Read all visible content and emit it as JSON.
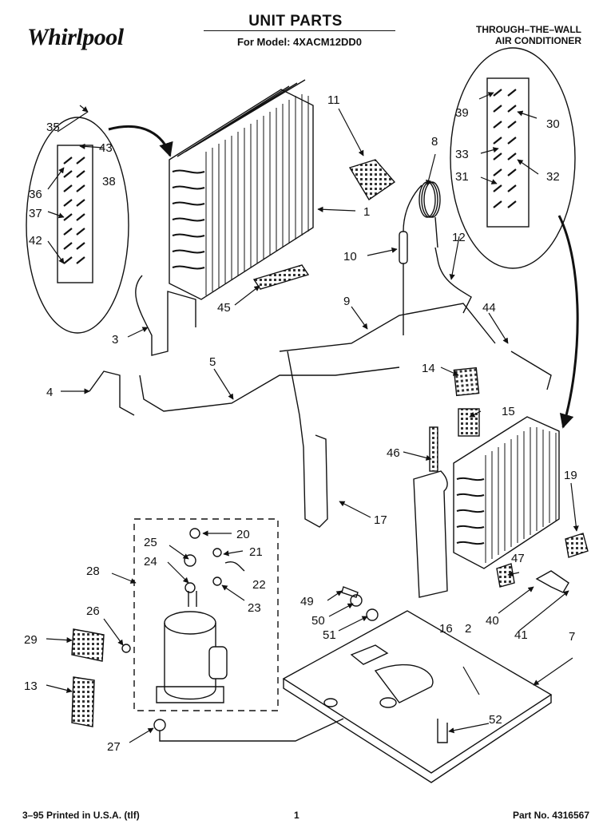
{
  "header": {
    "brand": "Whirlpool",
    "title": "UNIT PARTS",
    "model_line": "For Model: 4XACM12DD0",
    "subtitle_line1": "THROUGH–THE–WALL",
    "subtitle_line2": "AIR CONDITIONER"
  },
  "callouts": {
    "c1": "1",
    "c2": "2",
    "c3": "3",
    "c4": "4",
    "c5": "5",
    "c7": "7",
    "c8": "8",
    "c9": "9",
    "c10": "10",
    "c11": "11",
    "c12": "12",
    "c13": "13",
    "c14": "14",
    "c15": "15",
    "c16": "16",
    "c17": "17",
    "c19": "19",
    "c20": "20",
    "c21": "21",
    "c22": "22",
    "c23": "23",
    "c24": "24",
    "c25": "25",
    "c26": "26",
    "c27": "27",
    "c28": "28",
    "c29": "29",
    "c30": "30",
    "c31": "31",
    "c32": "32",
    "c33": "33",
    "c35": "35",
    "c36": "36",
    "c37": "37",
    "c38": "38",
    "c39": "39",
    "c40": "40",
    "c41": "41",
    "c42": "42",
    "c43": "43",
    "c44": "44",
    "c45": "45",
    "c46": "46",
    "c47": "47",
    "c49": "49",
    "c50": "50",
    "c51": "51",
    "c52": "52"
  },
  "footer": {
    "printed": "3–95 Printed in U.S.A. (tlf)",
    "page": "1",
    "part_no": "Part No. 4316567"
  }
}
